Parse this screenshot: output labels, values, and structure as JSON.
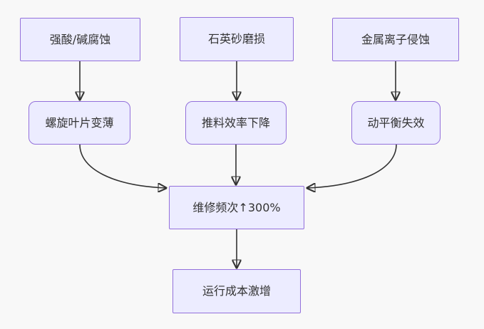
{
  "diagram": {
    "type": "flowchart",
    "direction": "top-down",
    "colors": {
      "node_fill": "#ECECFF",
      "node_border": "#9370DB",
      "edge": "#333333",
      "text": "#333333",
      "background": "#F8F8F8"
    },
    "nodes": [
      {
        "id": "A",
        "label": "强酸/碱腐蚀",
        "shape": "rect"
      },
      {
        "id": "B",
        "label": "石英砂磨损",
        "shape": "rect"
      },
      {
        "id": "C",
        "label": "金属离子侵蚀",
        "shape": "rect"
      },
      {
        "id": "D",
        "label": "螺旋叶片变薄",
        "shape": "rounded"
      },
      {
        "id": "E",
        "label": "推料效率下降",
        "shape": "rounded"
      },
      {
        "id": "F",
        "label": "动平衡失效",
        "shape": "rounded"
      },
      {
        "id": "G",
        "label": "维修频次↑300%",
        "shape": "rect"
      },
      {
        "id": "H",
        "label": "运行成本激增",
        "shape": "rect"
      }
    ],
    "edges": [
      {
        "from": "A",
        "to": "D"
      },
      {
        "from": "B",
        "to": "E"
      },
      {
        "from": "C",
        "to": "F"
      },
      {
        "from": "D",
        "to": "G"
      },
      {
        "from": "E",
        "to": "G"
      },
      {
        "from": "F",
        "to": "G"
      },
      {
        "from": "G",
        "to": "H"
      }
    ]
  }
}
